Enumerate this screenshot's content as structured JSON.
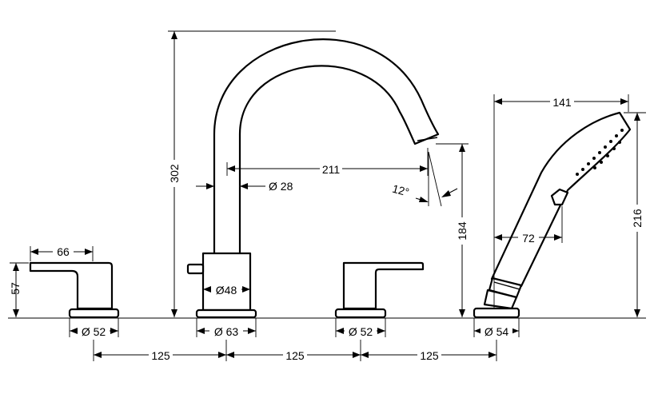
{
  "dimensions": {
    "handle_width": "66",
    "handle_height": "57",
    "spout_height": "302",
    "spout_reach": "211",
    "spout_diameter": "Ø 28",
    "spout_tilt": "12°",
    "spout_outlet_height": "184",
    "body_diameter": "Ø48",
    "handshower_reach": "141",
    "handshower_grip": "72",
    "handshower_height": "216",
    "base_left_handle": "Ø 52",
    "base_spout": "Ø 63",
    "base_right_handle": "Ø 52",
    "base_handshower": "Ø 54",
    "spacing_1": "125",
    "spacing_2": "125",
    "spacing_3": "125"
  }
}
